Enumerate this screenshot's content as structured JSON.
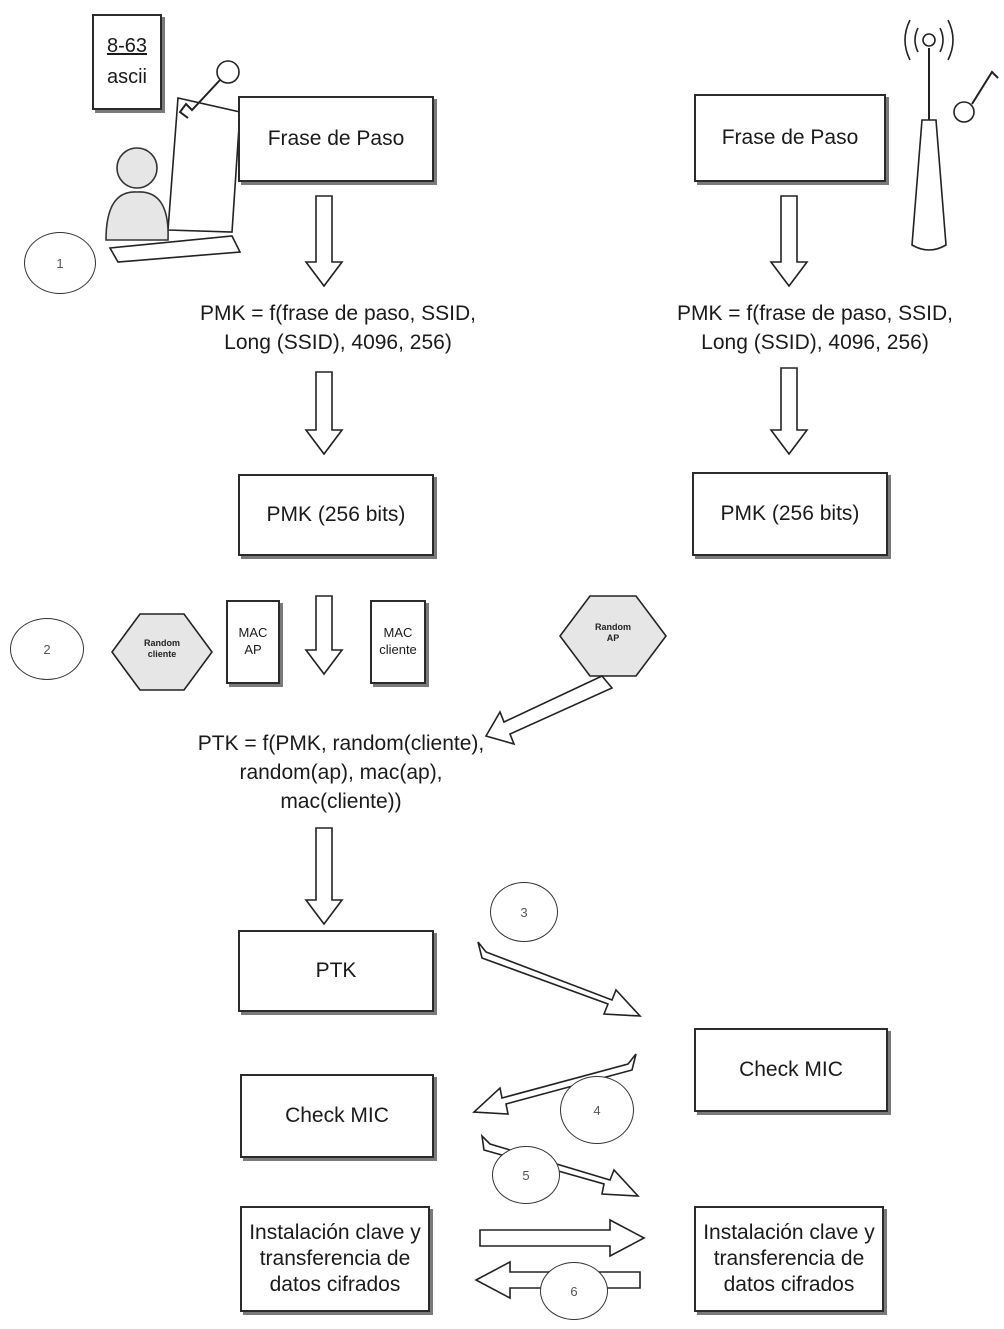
{
  "client": {
    "card_line1": "8-63",
    "card_line2": "ascii",
    "passphrase": "Frase de Paso",
    "pmk_formula_line1": "PMK = f(frase de paso, SSID,",
    "pmk_formula_line2": "Long (SSID), 4096, 256)",
    "pmk_result": "PMK (256 bits)"
  },
  "ap": {
    "passphrase": "Frase de Paso",
    "pmk_formula_line1": "PMK = f(frase de paso, SSID,",
    "pmk_formula_line2": "Long (SSID), 4096, 256)",
    "pmk_result": "PMK (256 bits)"
  },
  "step2": {
    "random_client_line1": "Random",
    "random_client_line2": "cliente",
    "mac_ap_line1": "MAC",
    "mac_ap_line2": "AP",
    "mac_client_line1": "MAC",
    "mac_client_line2": "cliente",
    "random_ap_line1": "Random",
    "random_ap_line2": "AP",
    "ptk_formula_line1": "PTK = f(PMK, random(cliente),",
    "ptk_formula_line2": "random(ap), mac(ap),",
    "ptk_formula_line3": "mac(cliente))"
  },
  "handshake": {
    "ptk": "PTK",
    "check_mic_client": "Check MIC",
    "check_mic_ap": "Check MIC",
    "install_client": "Instalación clave y transferencia de datos cifrados",
    "install_ap": "Instalación clave y transferencia de datos cifrados"
  },
  "steps": {
    "s1": "1",
    "s2": "2",
    "s3": "3",
    "s4": "4",
    "s5": "5",
    "s6": "6"
  }
}
